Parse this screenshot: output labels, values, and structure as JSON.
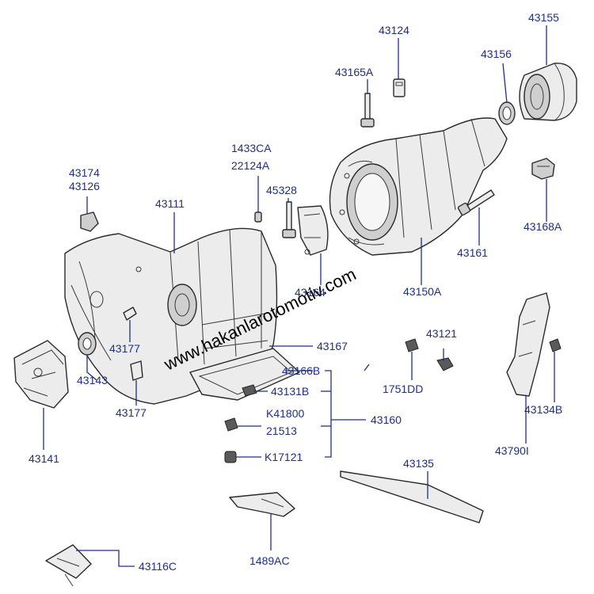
{
  "watermark": "www.hakanlarotomotiv.com",
  "colors": {
    "label": "#1f2f8a",
    "line": "#1f2f8a",
    "part_outline": "#2a2a2a",
    "background": "#ffffff"
  },
  "labels": {
    "p43155": "43155",
    "p43124": "43124",
    "p43156": "43156",
    "p43165A": "43165A",
    "p1433CA": "1433CA",
    "p22124A": "22124A",
    "p43174": "43174",
    "p43126": "43126",
    "p43111": "43111",
    "p45328": "45328",
    "p43168A": "43168A",
    "p43161": "43161",
    "p43150A": "43150A",
    "p43164": "43164",
    "p43177a": "43177",
    "p43167": "43167",
    "p43121": "43121",
    "p43143": "43143",
    "p43166B": "43166B",
    "p43131B": "43131B",
    "p1751DD": "1751DD",
    "p43134B": "43134B",
    "p43177b": "43177",
    "pK41800": "K41800",
    "p21513": "21513",
    "p43160": "43160",
    "p43141": "43141",
    "p43790I": "43790I",
    "pK17121": "K17121",
    "p43135": "43135",
    "p43116C": "43116C",
    "p1489AC": "1489AC"
  }
}
